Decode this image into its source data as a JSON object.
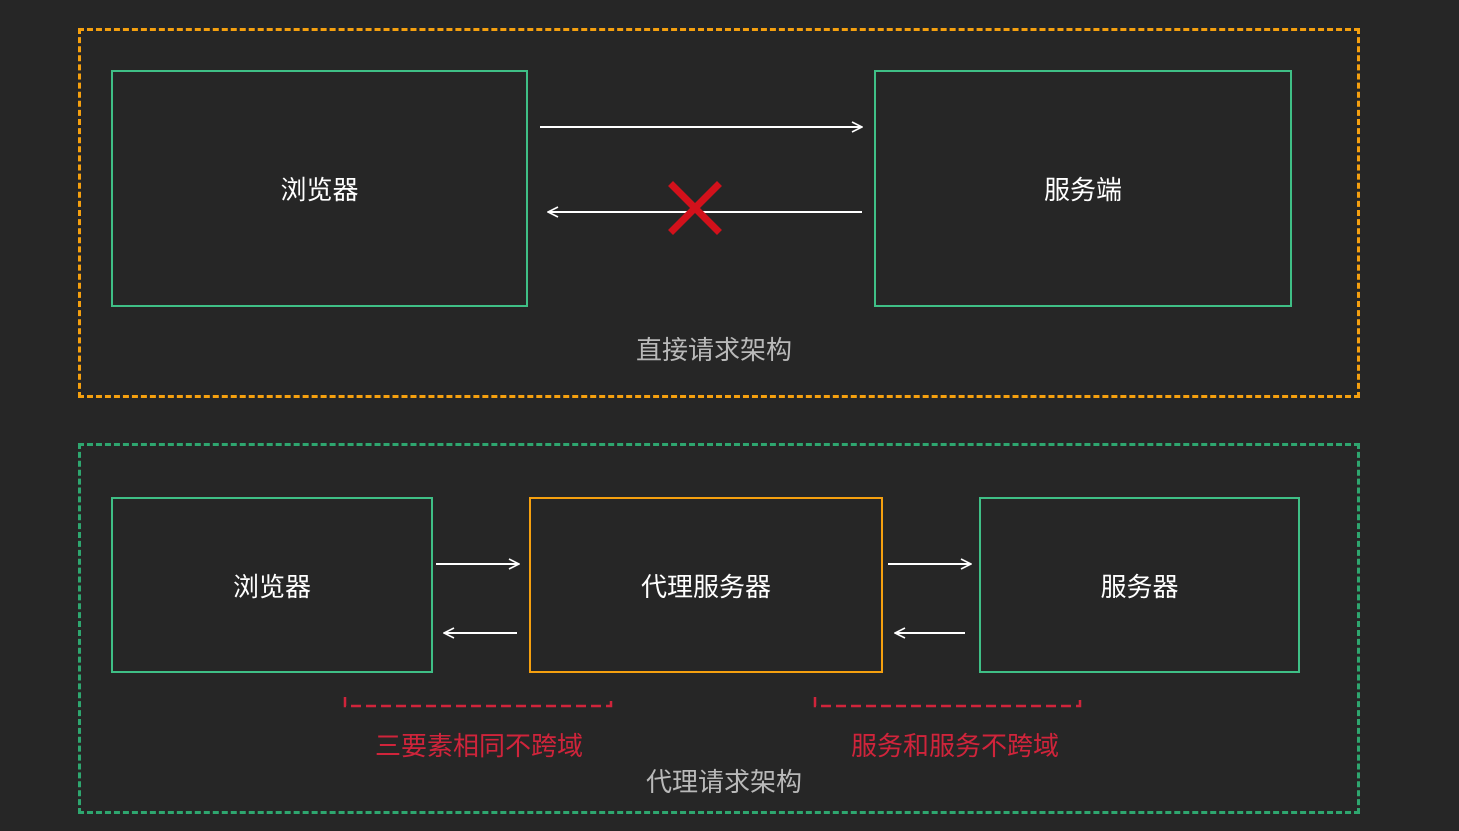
{
  "colors": {
    "background": "#262626",
    "direct_group_border": "#f5a00f",
    "proxy_group_border": "#2ea66f",
    "node_border": "#3fbf86",
    "proxy_node_border": "#f5a00f",
    "arrow": "#ffffff",
    "blocked_mark": "#d2111b",
    "note_text": "#d0243b",
    "caption_text": "#b9b9b9"
  },
  "direct": {
    "browser_label": "浏览器",
    "server_label": "服务端",
    "caption": "直接请求架构",
    "response_blocked_icon": "cross-icon"
  },
  "proxy": {
    "browser_label": "浏览器",
    "proxy_label": "代理服务器",
    "server_label": "服务器",
    "caption": "代理请求架构",
    "note_left": "三要素相同不跨域",
    "note_right": "服务和服务不跨域"
  }
}
